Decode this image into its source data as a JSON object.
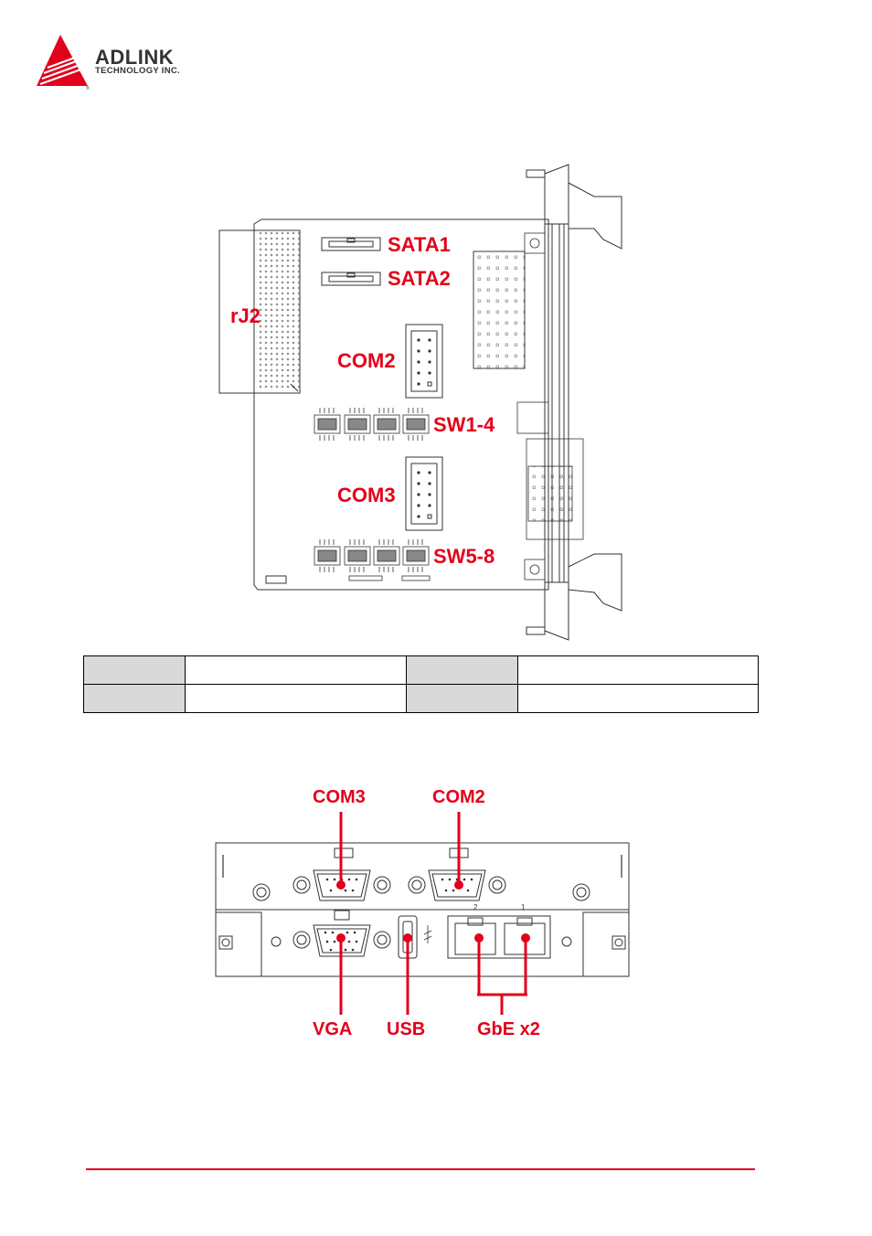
{
  "header": {
    "company": "ADLINK",
    "company_sub": "TECHNOLOGY INC.",
    "colors": {
      "brand_red": "#e3001b",
      "text_gray": "#333333"
    }
  },
  "board_diagram": {
    "labels": {
      "rj2": "rJ2",
      "sata1": "SATA1",
      "sata2": "SATA2",
      "com2": "COM2",
      "sw1_4": "SW1-4",
      "com3": "COM3",
      "sw5_8": "SW5-8"
    }
  },
  "info_table": {
    "rows": [
      [
        "",
        "",
        "",
        ""
      ],
      [
        "",
        "",
        "",
        ""
      ]
    ]
  },
  "panel_diagram": {
    "labels": {
      "com3": "COM3",
      "com2": "COM2",
      "vga": "VGA",
      "usb": "USB",
      "gbe": "GbE x2",
      "port2": "2",
      "port1": "1"
    }
  }
}
